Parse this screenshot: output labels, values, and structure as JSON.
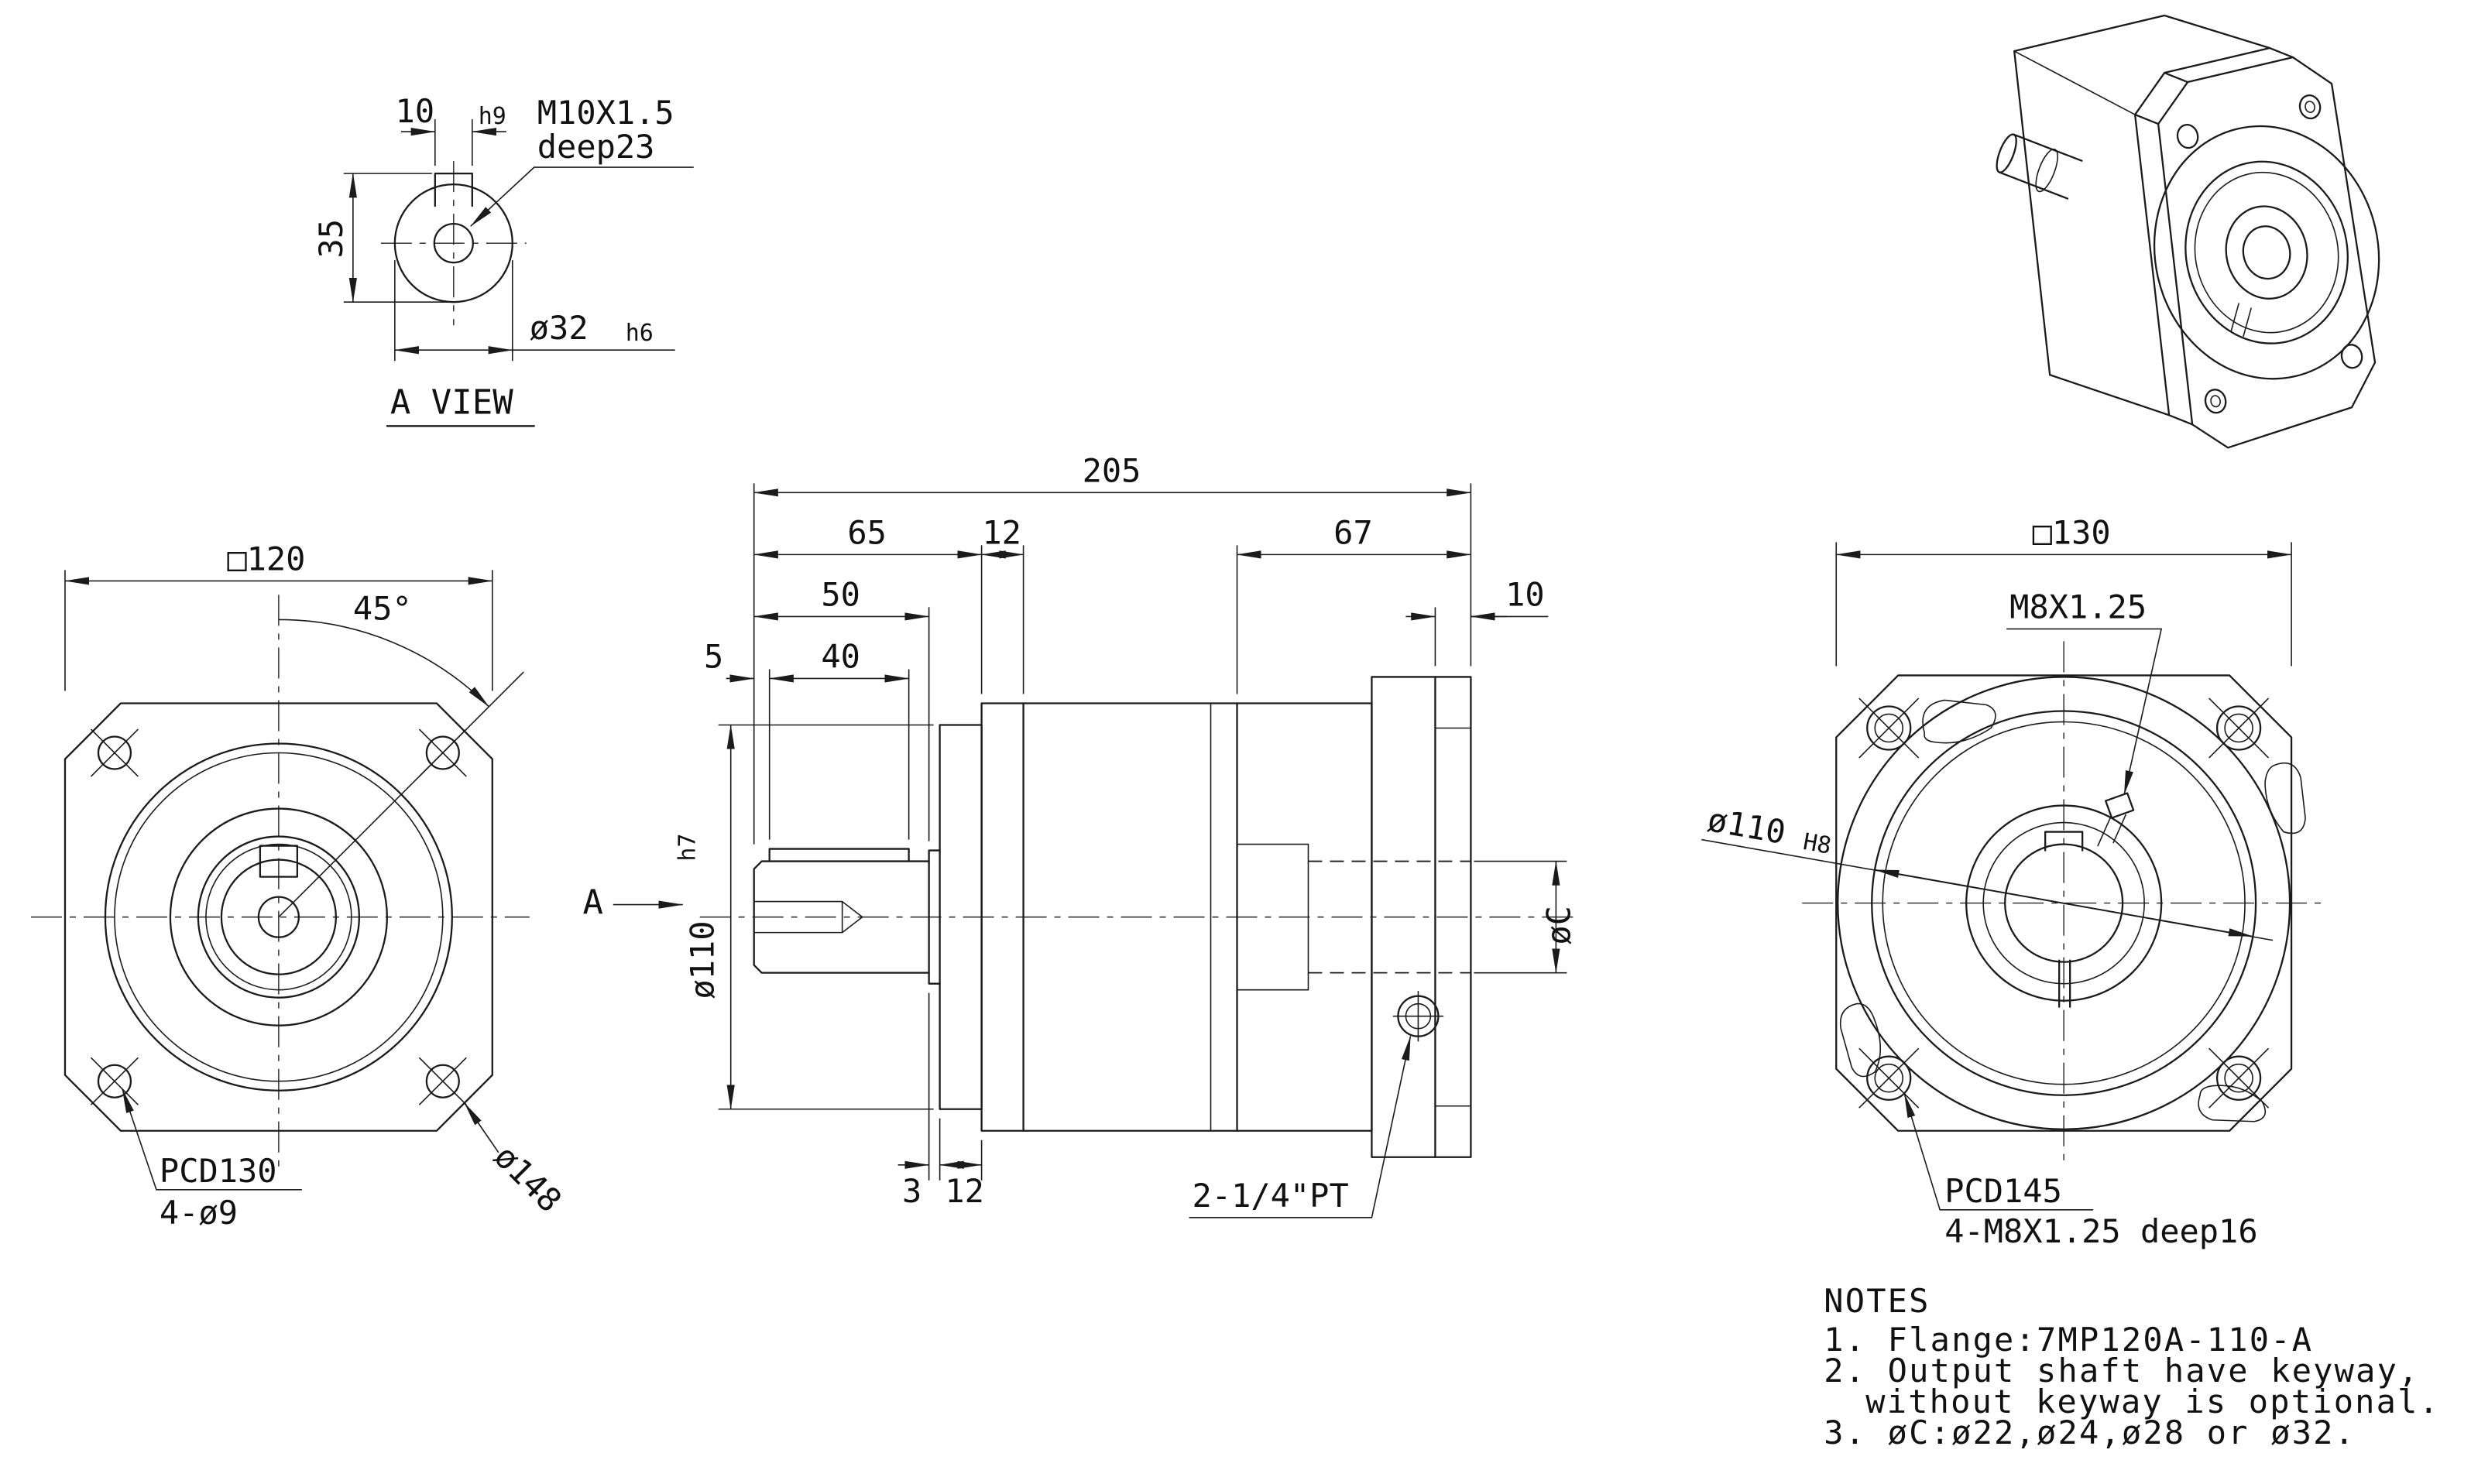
{
  "drawing": {
    "a_view": {
      "label": "A VIEW",
      "keyway_width": "10",
      "keyway_width_tol": "h9",
      "tap_line1": "M10X1.5",
      "tap_line2": "deep23",
      "height": "35",
      "shaft_dia": "ø32",
      "shaft_dia_tol": "h6"
    },
    "front_view": {
      "square": "□120",
      "angle": "45°",
      "pcd": "PCD130",
      "holes": "4-ø9",
      "outer_dia": "ø148"
    },
    "side_view": {
      "total_length": "205",
      "len_front": "65",
      "len_ring": "12",
      "len_rear": "67",
      "shaft_len": "50",
      "flange_thk": "10",
      "key_offset": "5",
      "key_len": "40",
      "pilot_dia": "ø110",
      "pilot_tol": "h7",
      "view_label": "A",
      "bore_dia": "øC",
      "step": "3",
      "boss_thk": "12",
      "port": "2-1/4\"PT"
    },
    "back_view": {
      "square": "□130",
      "tap": "M8X1.25",
      "pilot_dia": "ø110",
      "pilot_tol": "H8",
      "pcd": "PCD145",
      "holes": "4-M8X1.25 deep16"
    },
    "notes": {
      "heading": "NOTES",
      "n1": "1. Flange:7MP120A-110-A",
      "n2": "2. Output shaft have keyway,",
      "n2b": "without keyway is optional.",
      "n3": "3. øC:ø22,ø24,ø28 or ø32."
    }
  }
}
